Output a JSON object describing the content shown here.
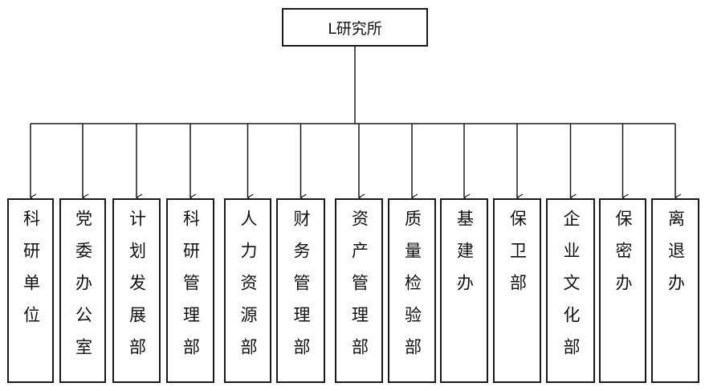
{
  "root": {
    "label": "L研究所"
  },
  "units": [
    {
      "id": "u1",
      "label": "科研单位"
    },
    {
      "id": "u2",
      "label": "党委办公室"
    },
    {
      "id": "u3",
      "label": "计划发展部"
    },
    {
      "id": "u4",
      "label": "科研管理部"
    },
    {
      "id": "u5",
      "label": "人力资源部"
    },
    {
      "id": "u6",
      "label": "财务管理部"
    },
    {
      "id": "u7",
      "label": "资产管理部"
    },
    {
      "id": "u8",
      "label": "质量检验部"
    },
    {
      "id": "u9",
      "label": "基建办"
    },
    {
      "id": "u10",
      "label": "保卫部"
    },
    {
      "id": "u11",
      "label": "企业文化部"
    },
    {
      "id": "u12",
      "label": "保密办"
    },
    {
      "id": "u13",
      "label": "离退办"
    }
  ],
  "colors": {
    "line": "#1a1a1a",
    "text": "#111111",
    "box_bg": "#ffffff"
  }
}
